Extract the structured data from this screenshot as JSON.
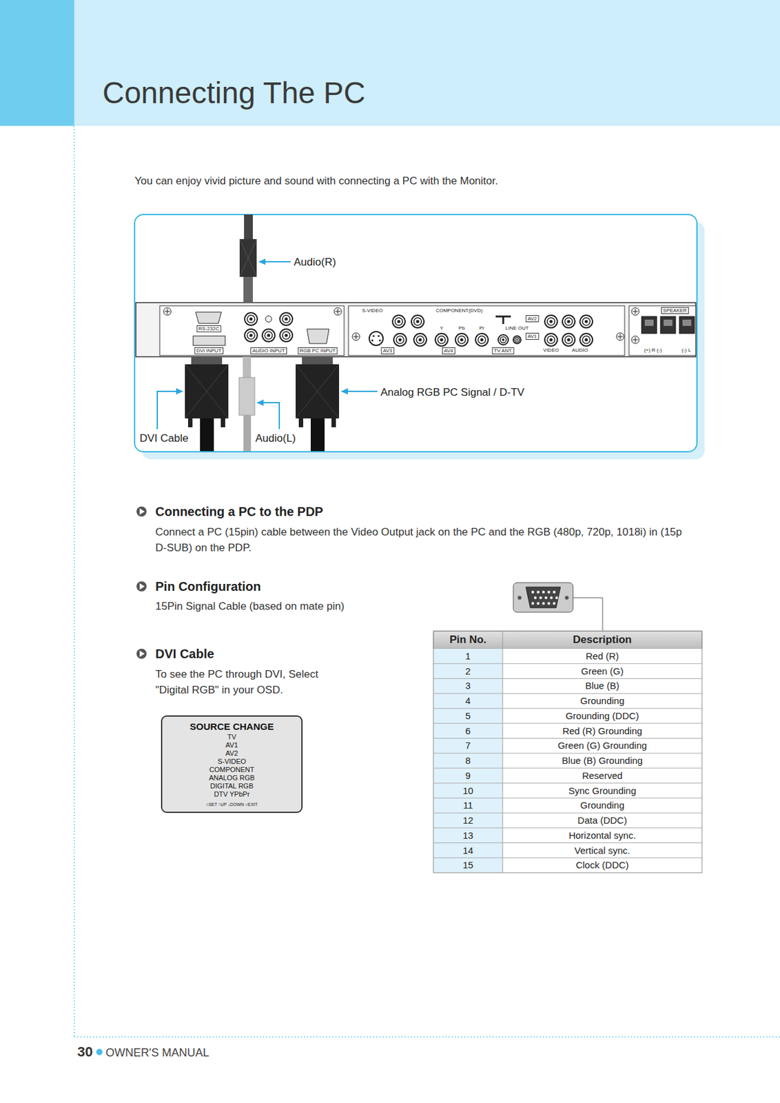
{
  "diagram": {
    "title": "Connecting The PC",
    "nodes": [
      {
        "text": [
          "SOURCE CHANGE",
          "TV",
          "AV1",
          "AV2",
          "S-VIDEO",
          "COMPONENT",
          "ANALOG RGB",
          "DIGITAL RGB",
          "DTV YPbPr",
          "○SET ↑UP ↓DOWN ○EXIT"
        ]
      }
    ],
    "labels": [
      "You can enjoy vivid picture and sound with connecting a PC with the Monitor.",
      "Audio(R)",
      "DVI Cable",
      "Audio(L)",
      "Analog RGB PC Signal / D-TV",
      "RS-232C",
      "DVI INPUT",
      "AUDIO INPUT",
      "RGB PC INPUT",
      "S-VIDEO",
      "COMPONENT(DVD)",
      "Y",
      "Pb",
      "Pr",
      "AV2",
      "LINE OUT",
      "AV1",
      "AV3",
      "AV4",
      "TV ANT.",
      "VIDEO",
      "AUDIO",
      "SPEAKER",
      "(+) R (-)",
      "(-) L",
      "Connecting a PC to the PDP",
      "Connect a PC (15pin) cable between the Video Output jack on the PC and the RGB (480p, 720p, 1018i) in (15p D-SUB) on the PDP.",
      "Pin Configuration",
      "15Pin Signal Cable (based on mate pin)",
      "DVI Cable",
      "To see the PC through DVI, Select \"Digital RGB\" in your OSD.",
      "Pin No.",
      "Description",
      "1",
      "Red (R)",
      "2",
      "Green (G)",
      "3",
      "Blue (B)",
      "4",
      "Grounding",
      "5",
      "Grounding (DDC)",
      "6",
      "Red (R) Grounding",
      "7",
      "Green (G) Grounding",
      "8",
      "Blue (B) Grounding",
      "9",
      "Reserved",
      "10",
      "Sync Grounding",
      "11",
      "Grounding",
      "12",
      "Data (DDC)",
      "13",
      "Horizontal sync.",
      "14",
      "Vertical sync.",
      "15",
      "Clock (DDC)",
      "30",
      "OWNER'S MANUAL"
    ]
  }
}
